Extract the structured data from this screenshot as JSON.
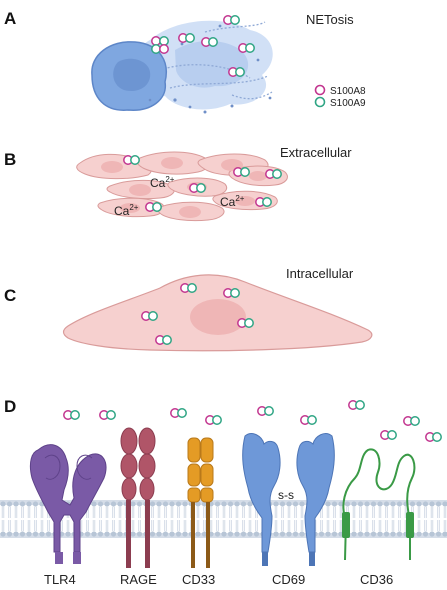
{
  "panels": {
    "a": {
      "letter": "A",
      "title": "NETosis"
    },
    "b": {
      "letter": "B",
      "title": "Extracellular",
      "ca_label": "Ca",
      "ca_sup": "2+"
    },
    "c": {
      "letter": "C",
      "title": "Intracellular"
    },
    "d": {
      "letter": "D",
      "receptors": [
        "TLR4",
        "RAGE",
        "CD33",
        "CD69",
        "CD36"
      ],
      "disulfide": "s-s"
    }
  },
  "legend": {
    "items": [
      "S100A8",
      "S100A9"
    ]
  },
  "colors": {
    "s100a8": "#c2358f",
    "s100a9": "#2fa584",
    "neutrophil": "#7fa7e0",
    "net": "#b8cdef",
    "cell": "#f6d0cf",
    "cell_stroke": "#d99b9a",
    "tlr4": "#7a5aa6",
    "rage": "#b05568",
    "cd33": "#e49b25",
    "cd69": "#6e98d8",
    "cd36": "#3a9a46",
    "membrane": "#b7c5d6"
  }
}
